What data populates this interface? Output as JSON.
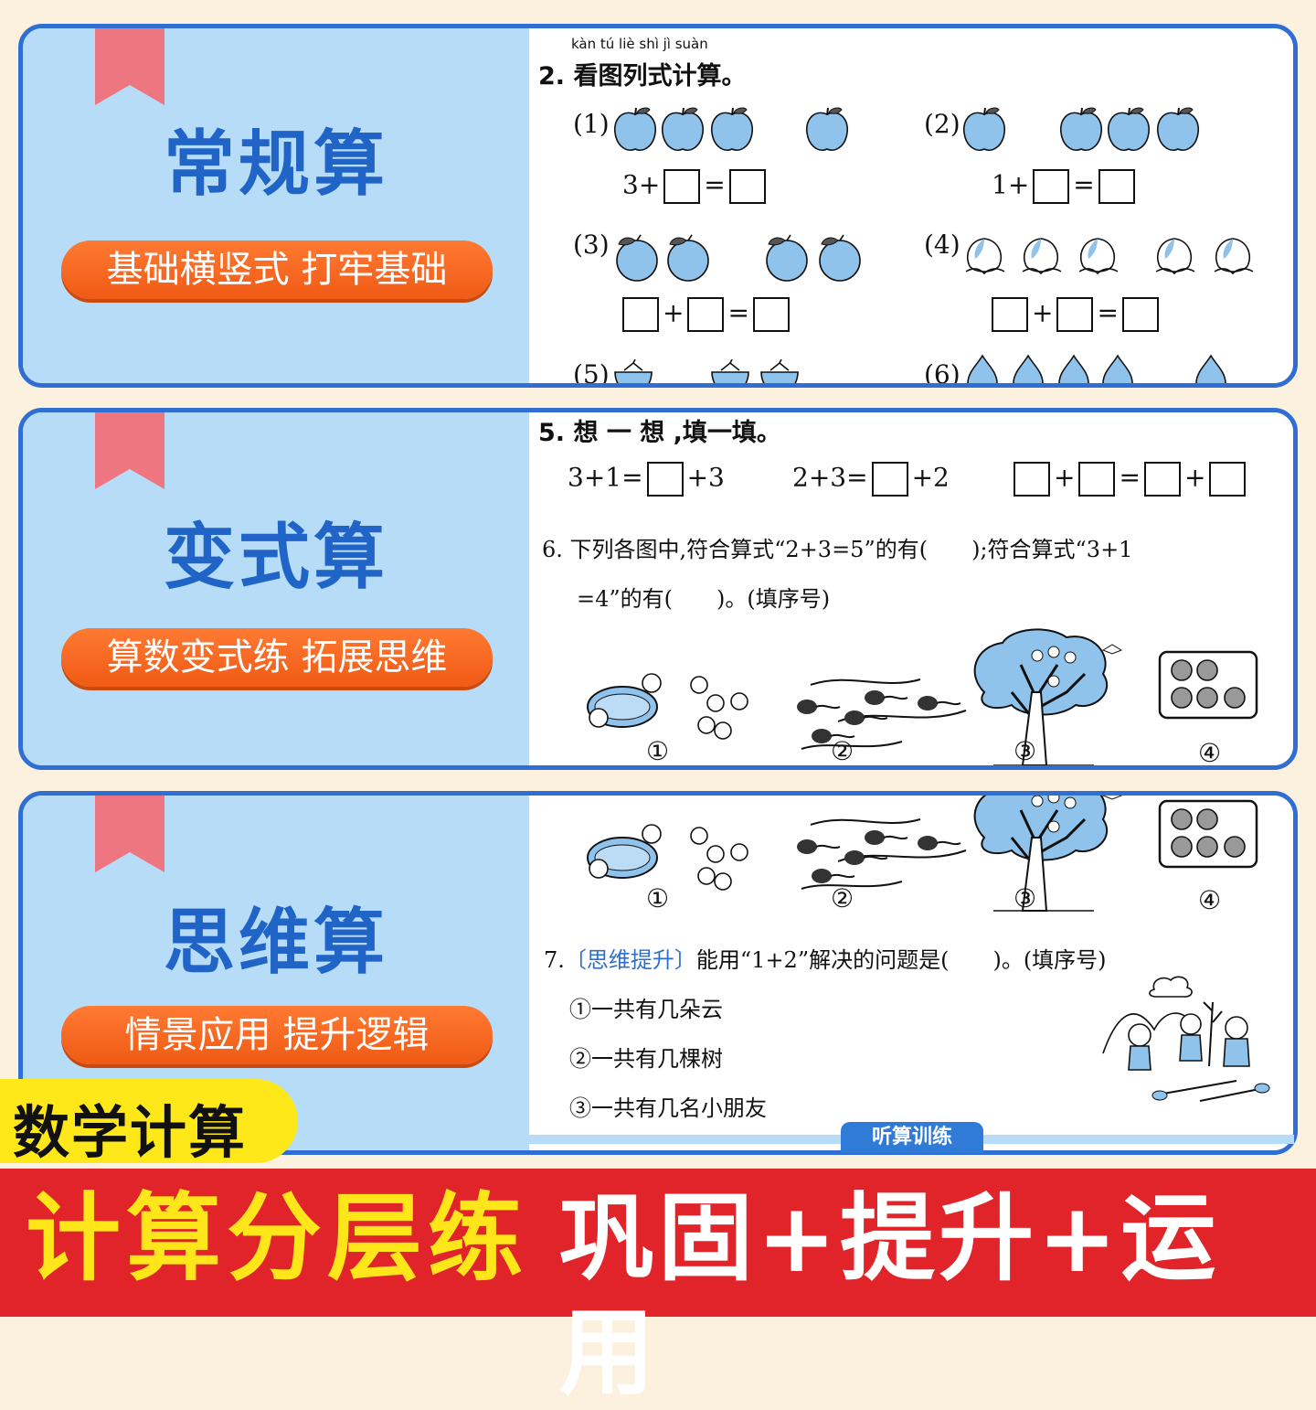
{
  "panels": [
    {
      "title": "常规算",
      "subtitle": "基础横竖式 打牢基础"
    },
    {
      "title": "变式算",
      "subtitle": "算数变式练 拓展思维"
    },
    {
      "title": "思维算",
      "subtitle": "情景应用 提升逻辑"
    }
  ],
  "panel1": {
    "pinyin": "kàn tú liè shì jì suàn",
    "heading": "2. 看图列式计算。",
    "items": [
      {
        "label": "(1)",
        "eq_a": "3+",
        "eq_b": "="
      },
      {
        "label": "(2)",
        "eq_a": "1+",
        "eq_b": "="
      },
      {
        "label": "(3)",
        "eq_plus": "+",
        "eq_eq": "="
      },
      {
        "label": "(4)",
        "eq_plus": "+",
        "eq_eq": "="
      },
      {
        "label": "(5)"
      },
      {
        "label": "(6)"
      }
    ]
  },
  "panel2": {
    "heading": "5. 想 一 想 ,填一填。",
    "eq1_a": "3+1=",
    "eq1_b": "+3",
    "eq2_a": "2+3=",
    "eq2_b": "+2",
    "eq3_plus1": "+",
    "eq3_eq": "=",
    "eq3_plus2": "+",
    "q6_line1": "6. 下列各图中,符合算式“2+3=5”的有(　　);符合算式“3+1",
    "q6_line2": "=4”的有(　　)。(填序号)",
    "figure_labels": [
      "①",
      "②",
      "③",
      "④"
    ]
  },
  "panel3": {
    "figure_labels": [
      "①",
      "②",
      "③",
      "④"
    ],
    "q7_num": "7.",
    "q7_tag": "〔思维提升〕",
    "q7_text": "能用“1+2”解决的问题是(　　)。(填序号)",
    "options": [
      "①一共有几朵云",
      "②一共有几棵树",
      "③一共有几名小朋友"
    ],
    "footer_tab": "听算训练"
  },
  "tag": "数学计算",
  "banner": {
    "left": "计算分层练",
    "right": "巩固+提升+运用"
  },
  "colors": {
    "frame": "#2f6fd3",
    "panel_left": "#b7dcf8",
    "title": "#1f64c6",
    "pill": "#f05a14",
    "tag": "#ffe81a",
    "banner": "#e1242a",
    "banner_left_text": "#ffe61a",
    "fruit": "#8fc3ec"
  }
}
